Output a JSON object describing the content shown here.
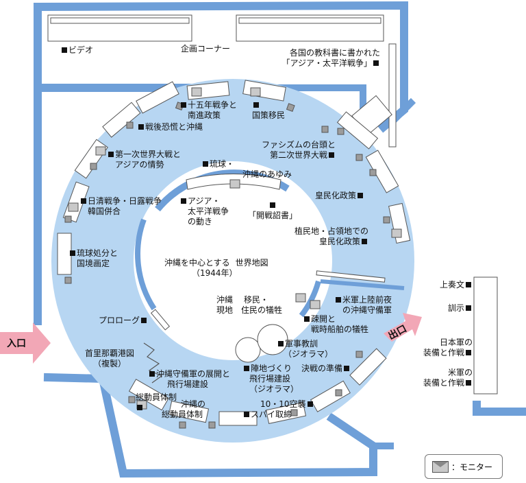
{
  "colors": {
    "wall": "#6e9fd8",
    "floor": "#b7d6f2",
    "arrow": "#f2a7b6",
    "case": "#ffffff",
    "monitor": "#c9c9c9"
  },
  "labels": {
    "video": "ビデオ",
    "planning_corner": "企画コーナー",
    "textbooks_1": "各国の教科書に書かれた",
    "textbooks_2": "「アジア・太平洋戦争」",
    "fifteen_years_1": "十五年戦争と",
    "fifteen_years_2": "南進政策",
    "national_emigration": "国策移民",
    "postwar_panic": "戦後恐慌と沖縄",
    "ww1_1": "第一次世界大戦と",
    "ww1_2": "アジアの情勢",
    "fascism_1": "ファシズムの台頭と",
    "fascism_2": "第二次世界大戦",
    "ryukyu_1": "琉球・",
    "ryukyu_2": "沖縄のあゆみ",
    "imperialization": "皇民化政策",
    "sino_japanese_1": "日清戦争・日露戦争",
    "sino_japanese_2": "韓国併合",
    "asia_pacific_1": "アジア・",
    "asia_pacific_2": "太平洋戦争",
    "asia_pacific_3": "の動き",
    "war_declaration": "「開戦詔書」",
    "colonies_1": "植民地・占領地での",
    "colonies_2": "皇民化政策",
    "ryukyu_disposal_1": "琉球処分と",
    "ryukyu_disposal_2": "国境画定",
    "world_map_1": "沖縄を中心とする",
    "world_map_2": "世界地図",
    "world_map_3": "（1944年）",
    "okinawa_local_1": "沖縄",
    "okinawa_local_2": "現地",
    "emigrants_1": "移民・",
    "emigrants_2": "住民の犠牲",
    "us_landing_1": "米軍上陸前夜",
    "us_landing_2": "の沖縄守備軍",
    "prologue": "プロローグ",
    "evacuation_1": "疎開と",
    "evacuation_2": "戦時船舶の犠牲",
    "military_training_1": "軍事教訓",
    "military_training_2": "（ジオラマ）",
    "naha_port_1": "首里那覇港図",
    "naha_port_2": "（複製）",
    "defense_army_1": "沖縄守備軍の展開と",
    "defense_army_2": "飛行場建設",
    "battle_prep": "決戦の準備",
    "airfield_1": "陣地づくり",
    "airfield_2": "飛行場建設",
    "airfield_3": "（ジオラマ）",
    "mobilization": "総動員体制",
    "okinawa_mobilization_1": "沖縄の",
    "okinawa_mobilization_2": "総動員体制",
    "oct10_1": "10・10空襲",
    "oct10_2": "スパイ取締",
    "memorial": "上奏文",
    "instruction": "訓示",
    "japan_army_1": "日本軍の",
    "japan_army_2": "装備と作戦",
    "us_army_1": "米軍の",
    "us_army_2": "装備と作戦",
    "entrance": "入口",
    "exit": "出口",
    "legend_monitor": "：モニター"
  }
}
